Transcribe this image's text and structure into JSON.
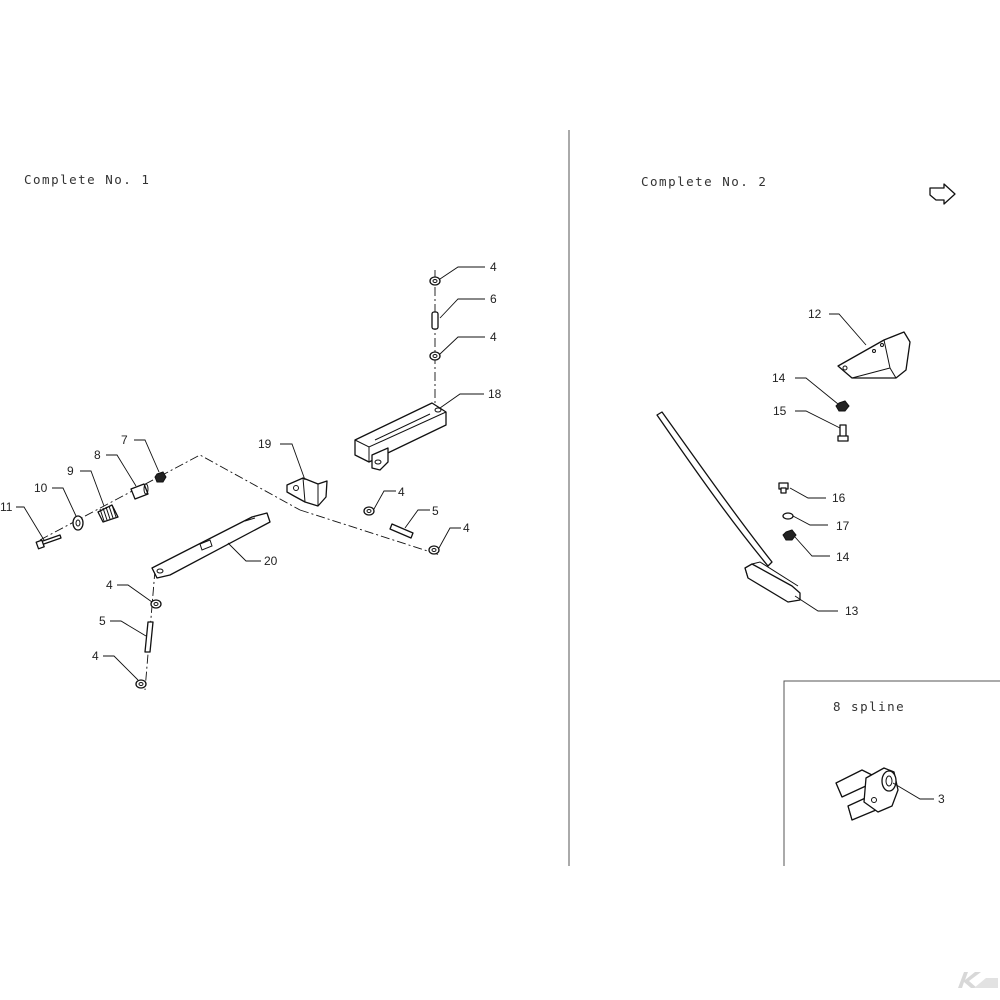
{
  "sections": {
    "complete_1": "Complete No. 1",
    "complete_2": "Complete No. 2",
    "spline": "8 spline"
  },
  "callouts": {
    "c4a": "4",
    "c6": "6",
    "c4b": "4",
    "c18": "18",
    "c19": "19",
    "c7": "7",
    "c8": "8",
    "c9": "9",
    "c10": "10",
    "c11": "11",
    "c20": "20",
    "c4c": "4",
    "c5a": "5",
    "c4d": "4",
    "c4e": "4",
    "c5b": "5",
    "c4f": "4",
    "c12": "12",
    "c14a": "14",
    "c15": "15",
    "c16": "16",
    "c17": "17",
    "c14b": "14",
    "c13": "13",
    "c3": "3"
  },
  "colors": {
    "line": "#111111",
    "text": "#222222",
    "background": "#ffffff"
  },
  "icons": {
    "direction": "direction-arrow-icon",
    "brand": "brand-logo-icon"
  }
}
